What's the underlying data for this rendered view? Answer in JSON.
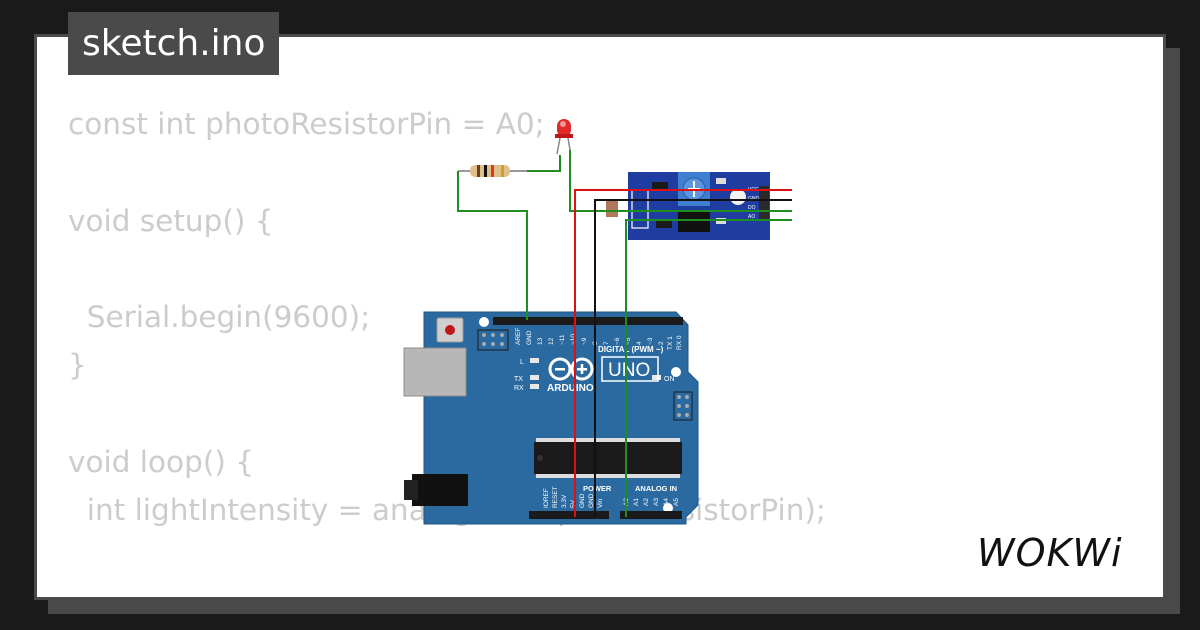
{
  "tab": {
    "filename": "sketch.ino"
  },
  "code": {
    "lines": [
      "const int photoResistorPin = A0;",
      "",
      "void setup() {",
      "",
      "  Serial.begin(9600);",
      "}",
      "",
      "void loop() {",
      "  int lightIntensity = analogRead(photoResistorPin);"
    ]
  },
  "board": {
    "brand": "ARDUINO",
    "model": "UNO",
    "digital_label": "DIGITAL (PWM ~)",
    "analog_label": "ANALOG IN",
    "power_label": "POWER",
    "led_l": "L",
    "led_tx": "TX",
    "led_rx": "RX",
    "led_on": "ON",
    "digital_pins": [
      "AREF",
      "GND",
      "13",
      "12",
      "~11",
      "~10",
      "~9",
      "8",
      "7",
      "~6",
      "~5",
      "4",
      "~3",
      "2",
      "TX 1",
      "RX 0"
    ],
    "power_pins": [
      "IOREF",
      "RESET",
      "3.3V",
      "5V",
      "GND",
      "GND",
      "Vin"
    ],
    "analog_pins": [
      "A0",
      "A1",
      "A2",
      "A3",
      "A4",
      "A5"
    ]
  },
  "sensor": {
    "pins": [
      "VCC",
      "GND",
      "DO",
      "AO"
    ]
  },
  "brand": {
    "logo_text": "WOKWi"
  },
  "colors": {
    "background": "#1a1a1a",
    "card": "#ffffff",
    "tab": "#4a4a4a",
    "code_text": "#cccccc",
    "board": "#2a6aa0",
    "module": "#1f3da0",
    "wire_green": "#1e8e1e",
    "wire_red": "#dd1111",
    "wire_black": "#111111"
  }
}
